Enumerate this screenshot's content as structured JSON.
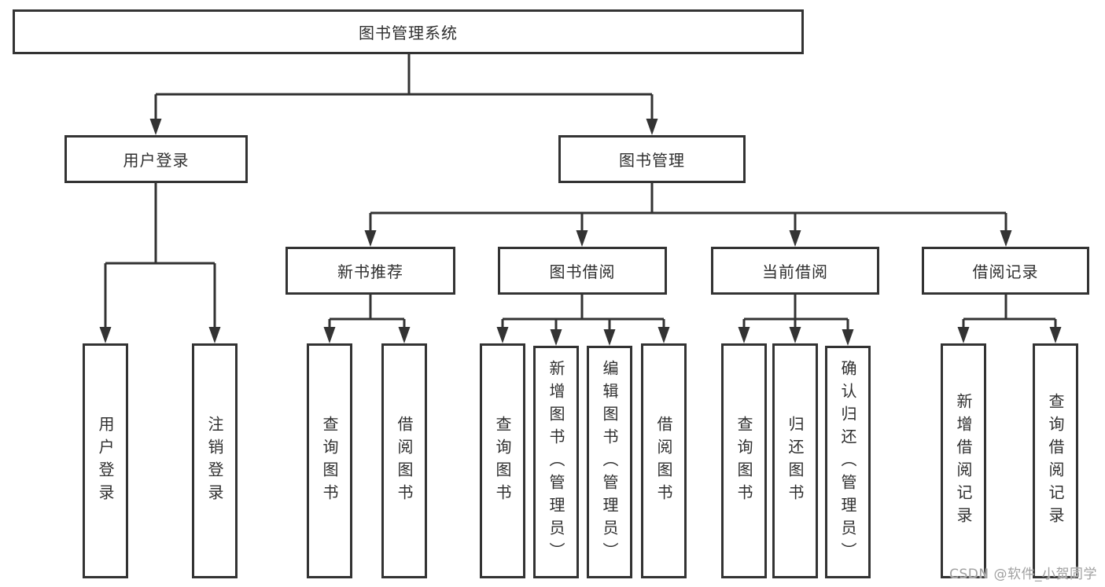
{
  "diagram": {
    "nodes": {
      "root": "图书管理系统",
      "user_login": "用户登录",
      "book_management": "图书管理",
      "new_book_recommendation": "新书推荐",
      "book_borrowing": "图书借阅",
      "current_borrowing": "当前借阅",
      "borrowing_records": "借阅记录",
      "leaf_user_login": "用户登录",
      "leaf_logout": "注销登录",
      "recommend_query_book": "查询图书",
      "recommend_borrow_book": "借阅图书",
      "borrowing_query_book": "查询图书",
      "borrowing_add_book": "新增图书（管理员）",
      "borrowing_edit_book": "编辑图书（管理员）",
      "borrowing_borrow_book": "借阅图书",
      "current_query_book": "查询图书",
      "current_return_book": "归还图书",
      "current_confirm_return": "确认归还（管理员）",
      "records_add_record": "新增借阅记录",
      "records_query_record": "查询借阅记录"
    },
    "hierarchy": {
      "图书管理系统": {
        "用户登录": [
          "用户登录",
          "注销登录"
        ],
        "图书管理": {
          "新书推荐": [
            "查询图书",
            "借阅图书"
          ],
          "图书借阅": [
            "查询图书",
            "新增图书（管理员）",
            "编辑图书（管理员）",
            "借阅图书"
          ],
          "当前借阅": [
            "查询图书",
            "归还图书",
            "确认归还（管理员）"
          ],
          "借阅记录": [
            "新增借阅记录",
            "查询借阅记录"
          ]
        }
      }
    }
  },
  "watermark": {
    "text": "CSDN @软件_小贺同学"
  },
  "colors": {
    "line": "#333333",
    "text": "#2f2f2f",
    "box_background": "#ffffff",
    "watermark": "#a0a0a0",
    "background": "#ffffff"
  }
}
